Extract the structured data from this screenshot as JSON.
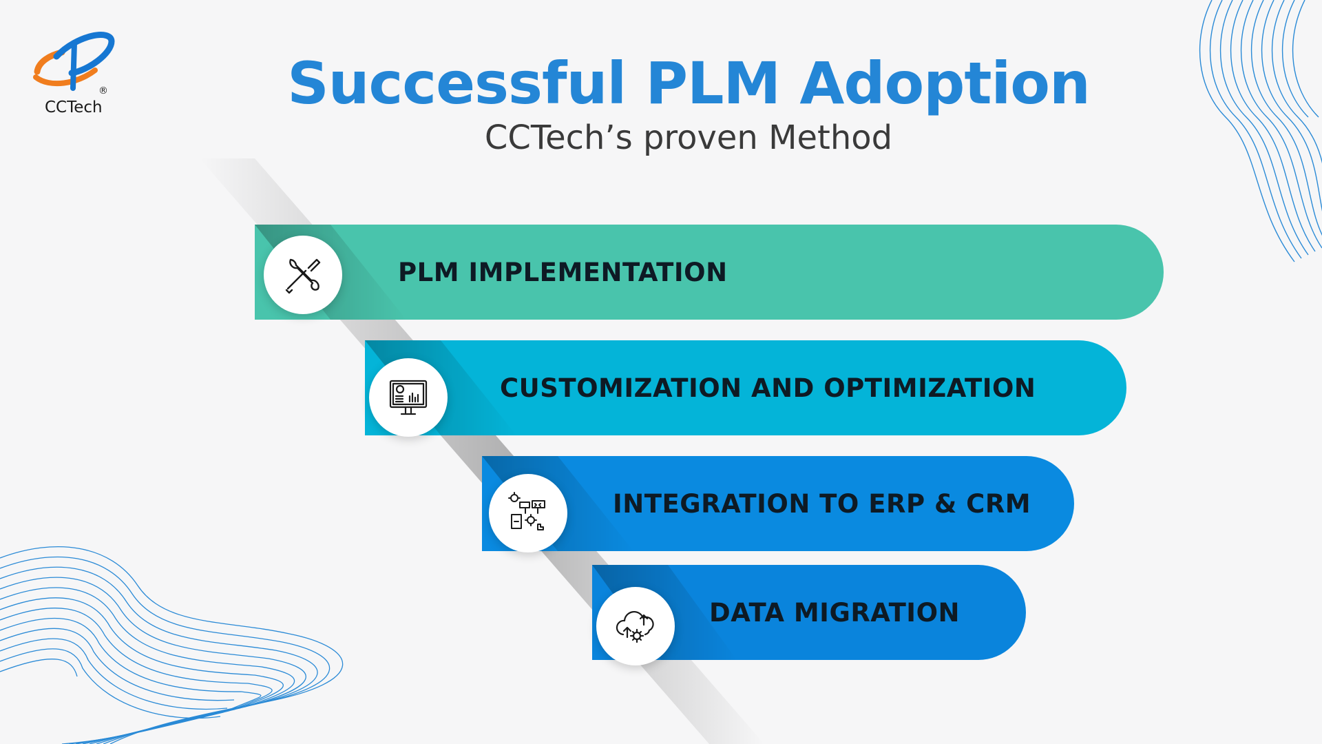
{
  "logo": {
    "text": "CCTech",
    "reg": "®"
  },
  "header": {
    "title": "Successful PLM Adoption",
    "subtitle": "CCTech’s proven Method"
  },
  "steps": [
    {
      "label": "PLM IMPLEMENTATION",
      "icon": "tools-icon",
      "color": "#49c4ac"
    },
    {
      "label": "CUSTOMIZATION AND OPTIMIZATION",
      "icon": "monitor-dashboard-icon",
      "color": "#04b4d8"
    },
    {
      "label": "INTEGRATION TO ERP & CRM",
      "icon": "integration-flow-icon",
      "color": "#0a8ae0"
    },
    {
      "label": "DATA MIGRATION",
      "icon": "cloud-gear-icon",
      "color": "#0a84dc"
    }
  ]
}
